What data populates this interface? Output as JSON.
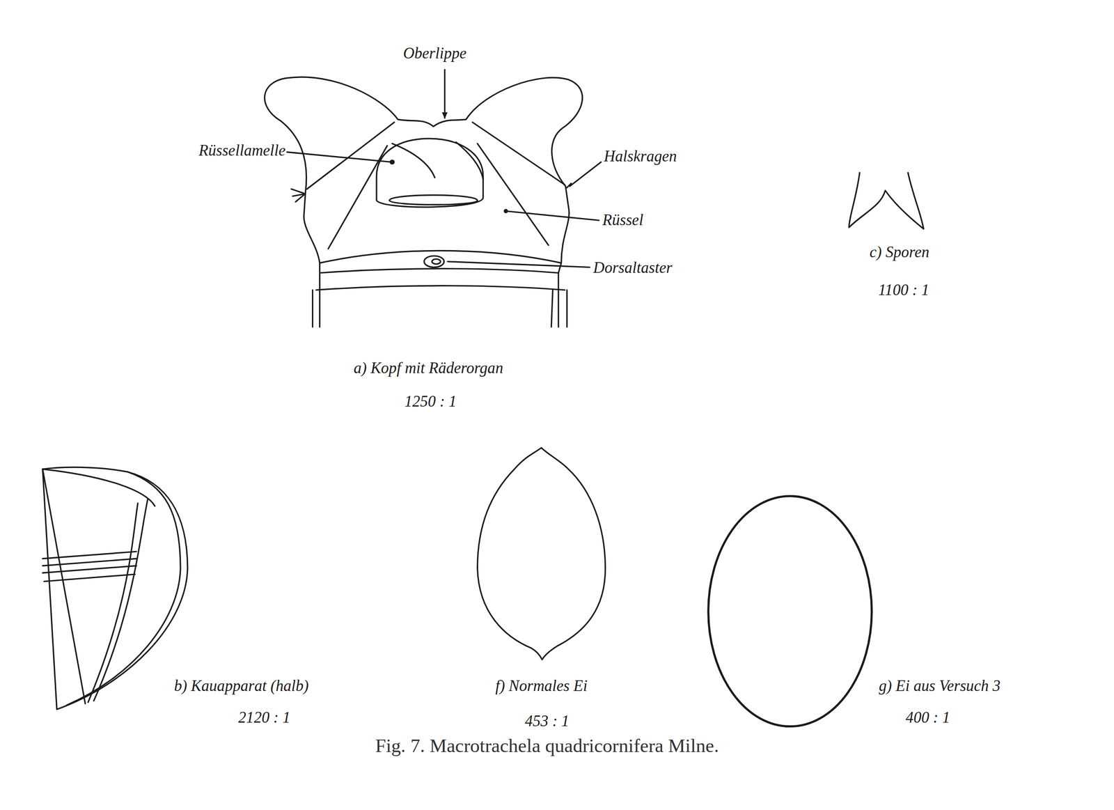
{
  "diagram": {
    "caption": "Fig. 7. Macrotrachela quadricornifera Milne.",
    "labels": [
      "Oberlippe",
      "Rüssellamelle",
      "Halskragen",
      "Rüssel",
      "Dorsaltaster",
      "a) Kopf mit Räderorgan",
      "1250 : 1",
      "c) Sporen",
      "1100 : 1",
      "b) Kauapparat (halb)",
      "2120 : 1",
      "f) Normales Ei",
      "453 : 1",
      "g) Ei aus Versuch 3",
      "400 : 1"
    ]
  }
}
